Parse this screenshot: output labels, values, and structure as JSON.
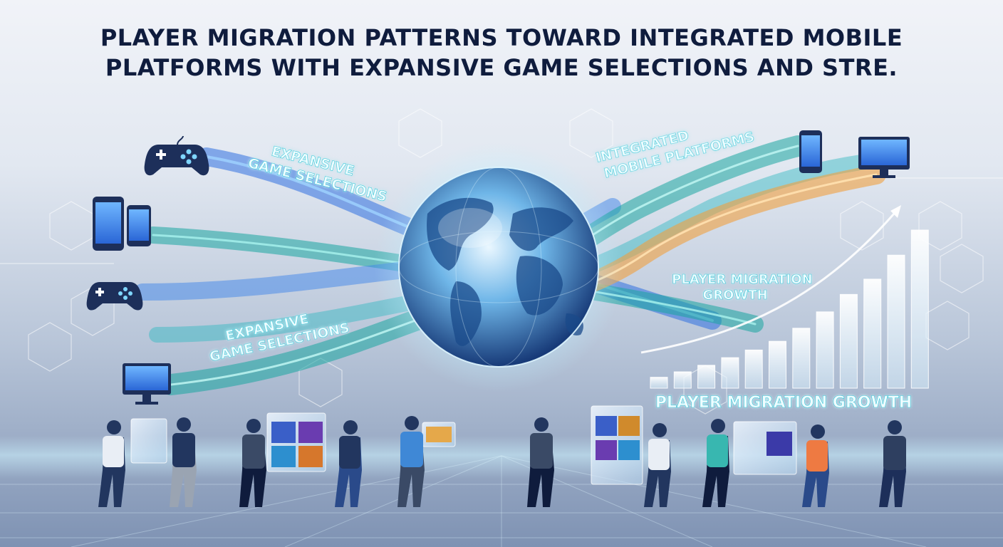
{
  "title": {
    "line1": "PLAYER MIGRATION PATTERNS TOWARD INTEGRATED MOBILE",
    "line2": "PLATFORMS WITH EXPANSIVE GAME SELECTIONS AND STRE."
  },
  "labels": {
    "expansive_top": [
      "EXPANSIVE",
      "GAME SELECTIONS"
    ],
    "expansive_bottom": [
      "EXPANSIVE",
      "GAME SELECTIONS"
    ],
    "integrated": [
      "INTEGRATED",
      "MOBILE PLATFORMS"
    ],
    "growth_small": [
      "PLAYER MIGRATION",
      "GROWTH"
    ],
    "growth_big": "PLAYER MIGRATION GROWTH"
  },
  "growth_bars": {
    "values": [
      1,
      1.5,
      2.1,
      2.8,
      3.5,
      4.3,
      5.5,
      7,
      8.6,
      10,
      12.2,
      14.5
    ]
  },
  "colors": {
    "title": "#0f1c3d",
    "stream_blue": "#2f6fe0",
    "stream_teal": "#1aa6a0",
    "stream_orange": "#f0a040",
    "glow": "#e8fbff",
    "glow_stroke": "#38c9d9"
  },
  "icons": {
    "left": [
      "gamepad-icon",
      "phones-icon",
      "gamepad-icon",
      "monitor-icon"
    ],
    "right": [
      "phone-icon",
      "monitor-icon",
      "growth-arrow-icon"
    ]
  }
}
